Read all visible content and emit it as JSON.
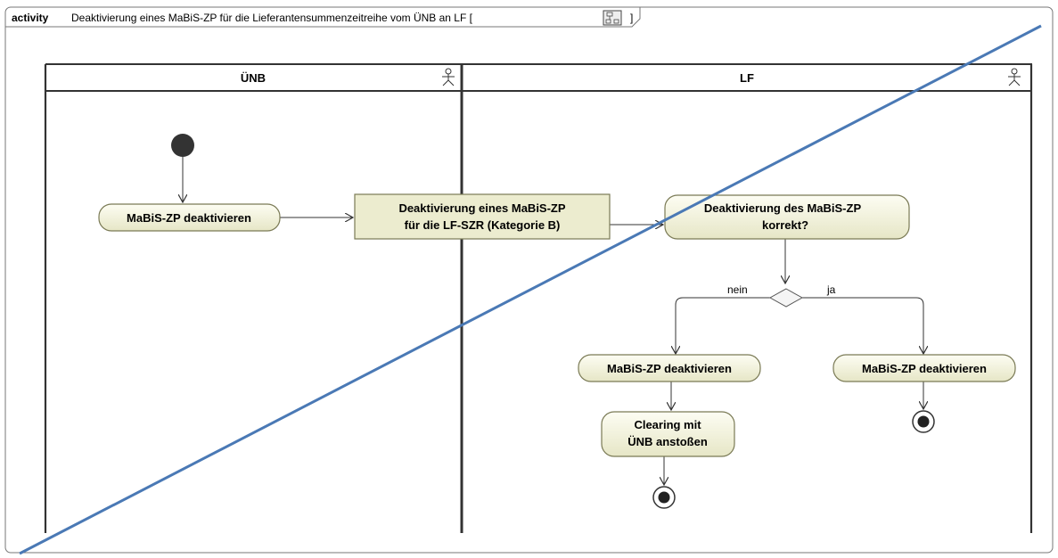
{
  "frame": {
    "keyword": "activity",
    "title": "Deaktivierung eines MaBiS-ZP für die Lieferantensummenzeitreihe vom ÜNB an LF [",
    "title_end": "]",
    "icon": "diagram-icon"
  },
  "lanes": {
    "unb": {
      "label": "ÜNB",
      "icon": "actor-icon"
    },
    "lf": {
      "label": "LF",
      "icon": "actor-icon"
    }
  },
  "nodes": {
    "unb_deactivate": "MaBiS-ZP deaktivieren",
    "object_line1": "Deaktivierung  eines MaBiS-ZP",
    "object_line2": "für die LF-SZR (Kategorie B)",
    "check_line1": "Deaktivierung des MaBiS-ZP",
    "check_line2": "korrekt?",
    "lf_deactivate_nein": "MaBiS-ZP deaktivieren",
    "lf_deactivate_ja": "MaBiS-ZP deaktivieren",
    "clearing_line1": "Clearing mit",
    "clearing_line2": "ÜNB anstoßen"
  },
  "guards": {
    "nein": "nein",
    "ja": "ja"
  },
  "colors": {
    "node_fill_top": "#fdfdf2",
    "node_fill_bottom": "#e9e9c9",
    "node_stroke": "#7a7a55",
    "object_fill": "#ececcf",
    "strike_line": "#4a79b5",
    "lane_border": "#333333"
  }
}
